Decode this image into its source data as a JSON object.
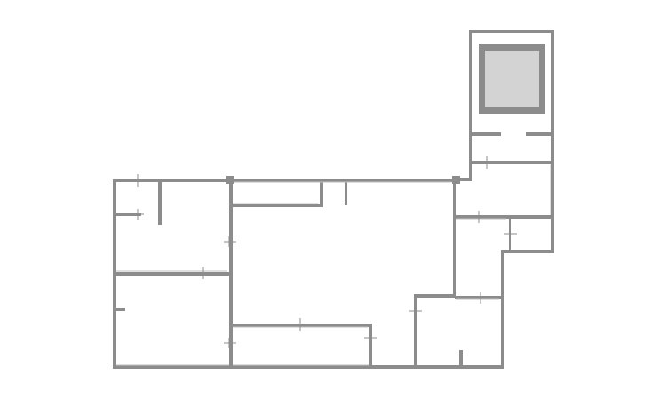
{
  "colors": {
    "background": "#ffffff",
    "wall": "#8c8c8c",
    "window": "#bfbfbf",
    "stair_fill": "#d3d3d3"
  },
  "diagram": {
    "type": "floor-plan",
    "rooms": [
      "room-top-left",
      "room-small-closet",
      "room-bottom-left",
      "room-central-hall",
      "room-bottom-corridor",
      "room-right-stair-tower",
      "room-right-upper",
      "room-right-middle",
      "room-right-small",
      "room-bottom-right"
    ],
    "features": [
      "stair-block",
      "column-1",
      "column-2"
    ]
  }
}
